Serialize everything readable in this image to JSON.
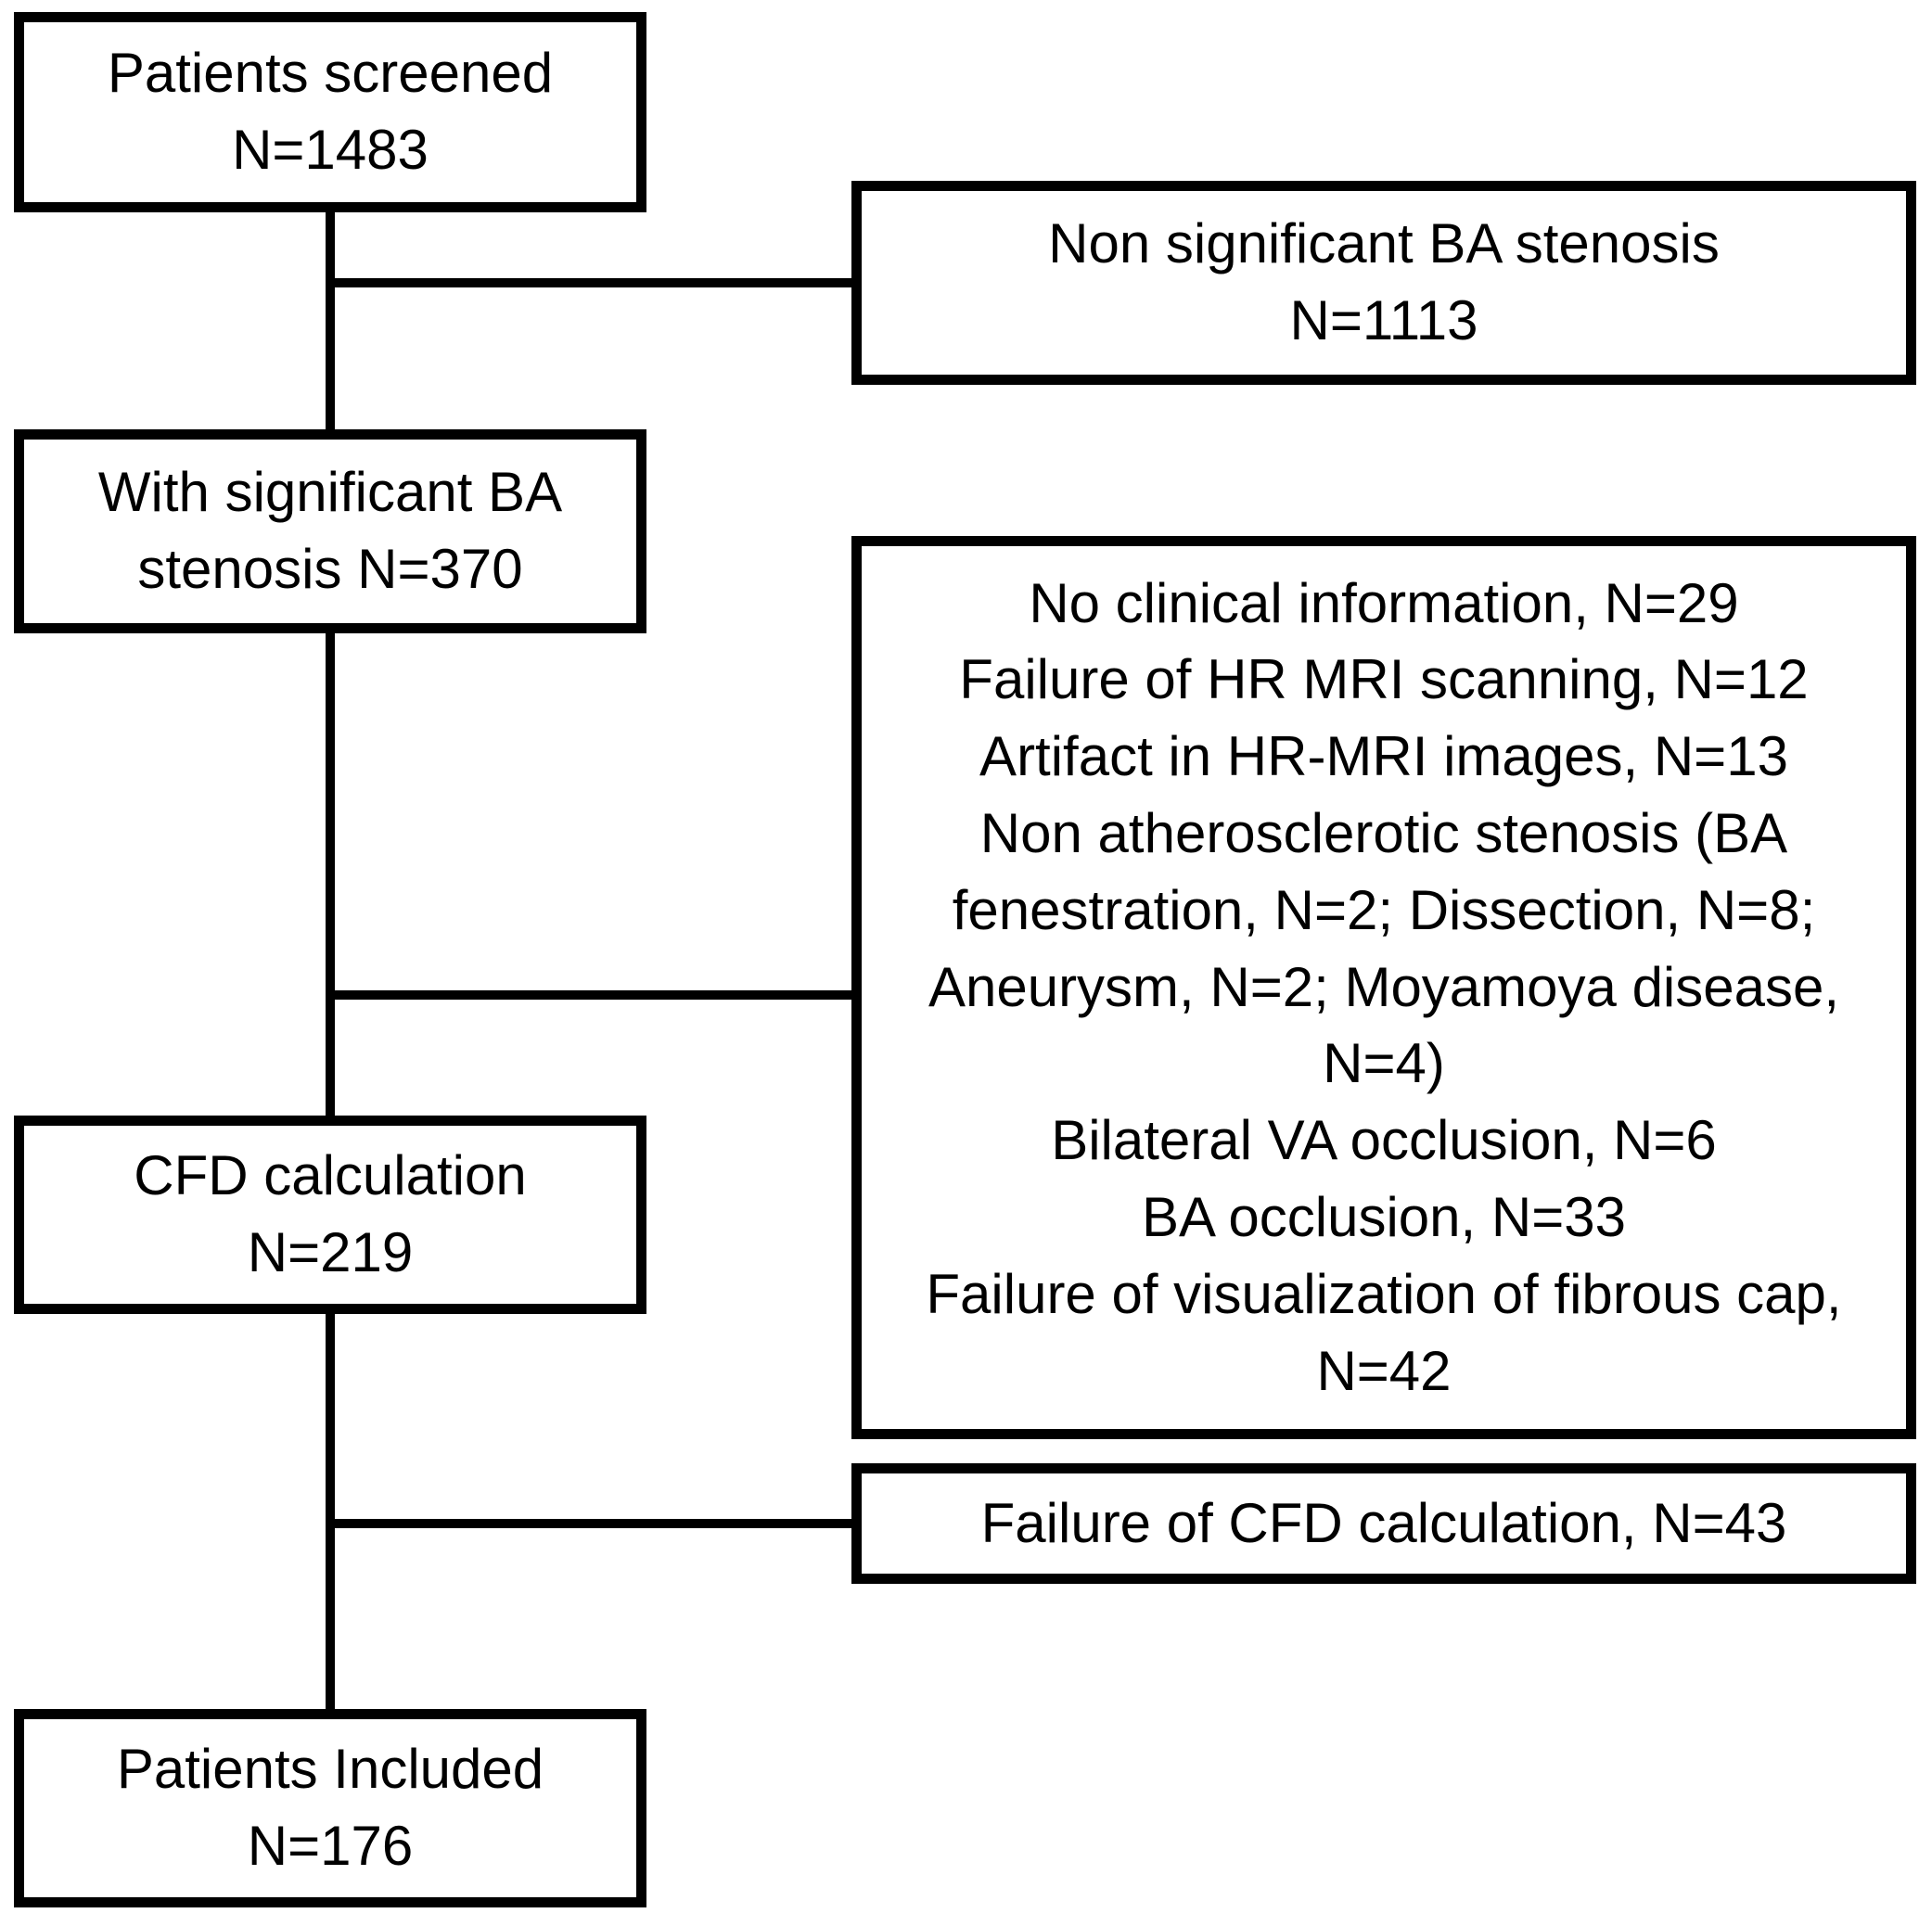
{
  "boxes": {
    "screened": {
      "lines": [
        "Patients screened",
        "N=1483"
      ]
    },
    "non_significant": {
      "lines": [
        "Non significant BA stenosis",
        "N=1113"
      ]
    },
    "significant": {
      "lines": [
        "With significant BA",
        "stenosis N=370"
      ]
    },
    "excluded": {
      "items": [
        "No clinical information, N=29",
        "Failure of HR MRI scanning, N=12",
        "Artifact in HR-MRI images, N=13",
        "Non atherosclerotic stenosis (BA fenestration, N=2; Dissection, N=8; Aneurysm, N=2; Moyamoya disease, N=4)",
        "Bilateral VA occlusion, N=6",
        "BA occlusion, N=33",
        "Failure of visualization of fibrous cap, N=42"
      ]
    },
    "cfd": {
      "lines": [
        "CFD calculation",
        "N=219"
      ]
    },
    "cfd_failure": {
      "lines": [
        "Failure of CFD calculation, N=43"
      ]
    },
    "included": {
      "lines": [
        "Patients Included",
        "N=176"
      ]
    }
  },
  "colors": {
    "border": "#000000",
    "text": "#000000",
    "background": "#ffffff"
  }
}
